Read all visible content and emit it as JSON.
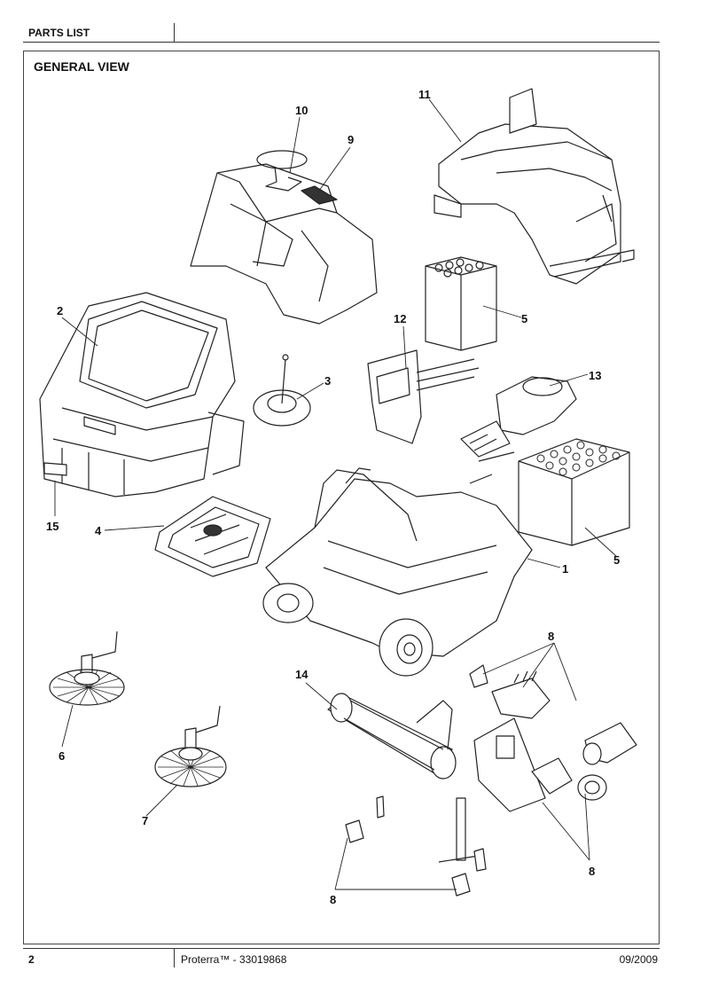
{
  "header": {
    "title": "PARTS LIST"
  },
  "section": {
    "title": "GENERAL VIEW"
  },
  "callouts": {
    "c1": "1",
    "c2": "2",
    "c3": "3",
    "c4": "4",
    "c5a": "5",
    "c5b": "5",
    "c6": "6",
    "c7": "7",
    "c8a": "8",
    "c8b": "8",
    "c8c": "8",
    "c9": "9",
    "c10": "10",
    "c11": "11",
    "c12": "12",
    "c13": "13",
    "c14": "14",
    "c15": "15"
  },
  "footer": {
    "page": "2",
    "doc": "Proterra™ - 33019868",
    "date": "09/2009"
  }
}
